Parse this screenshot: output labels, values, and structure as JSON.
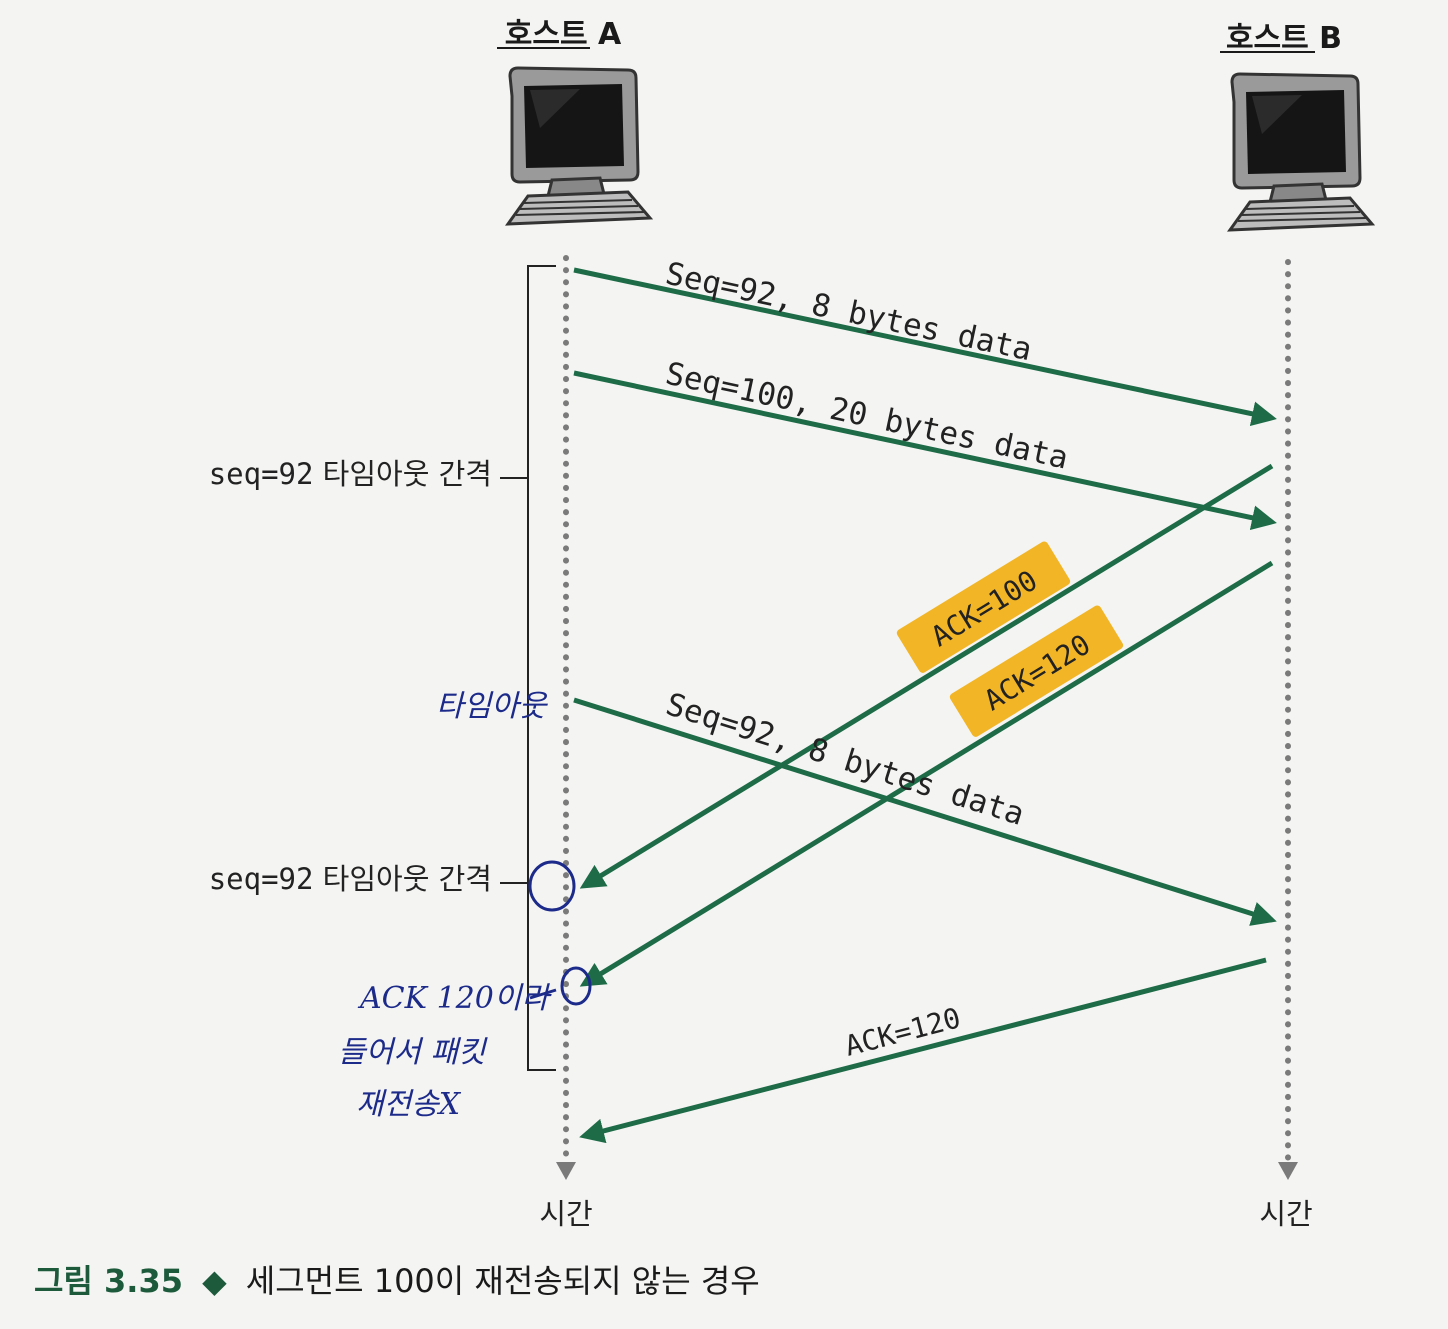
{
  "hosts": {
    "a": "호스트 A",
    "b": "호스트 B"
  },
  "messages": {
    "m1": "Seq=92, 8 bytes data",
    "m2": "Seq=100, 20 bytes data",
    "ack1": "ACK=100",
    "ack2": "ACK=120",
    "m3": "Seq=92, 8 bytes data",
    "ack3": "ACK=120"
  },
  "intervals": {
    "first_mono": "seq=92",
    "first_text": " 타임아웃 간격",
    "second_mono": "seq=92",
    "second_text": " 타임아웃 간격"
  },
  "time_labels": {
    "a": "시간",
    "b": "시간"
  },
  "handwriting": {
    "timeout": "타임아웃",
    "note_line1": "ACK 120이라",
    "note_line2": "들어서 패킷",
    "note_line3": "재전송X"
  },
  "caption": {
    "number": "그림 3.35",
    "bullet": "◆",
    "text": "세그먼트 100이 재전송되지 않는 경우"
  },
  "colors": {
    "arrow": "#1d6b47",
    "highlight": "#f2b526",
    "ink": "#1c2a8a",
    "caption_accent": "#1d5a3c"
  },
  "icons": {
    "host_a": "desktop-computer-icon",
    "host_b": "desktop-computer-icon"
  }
}
